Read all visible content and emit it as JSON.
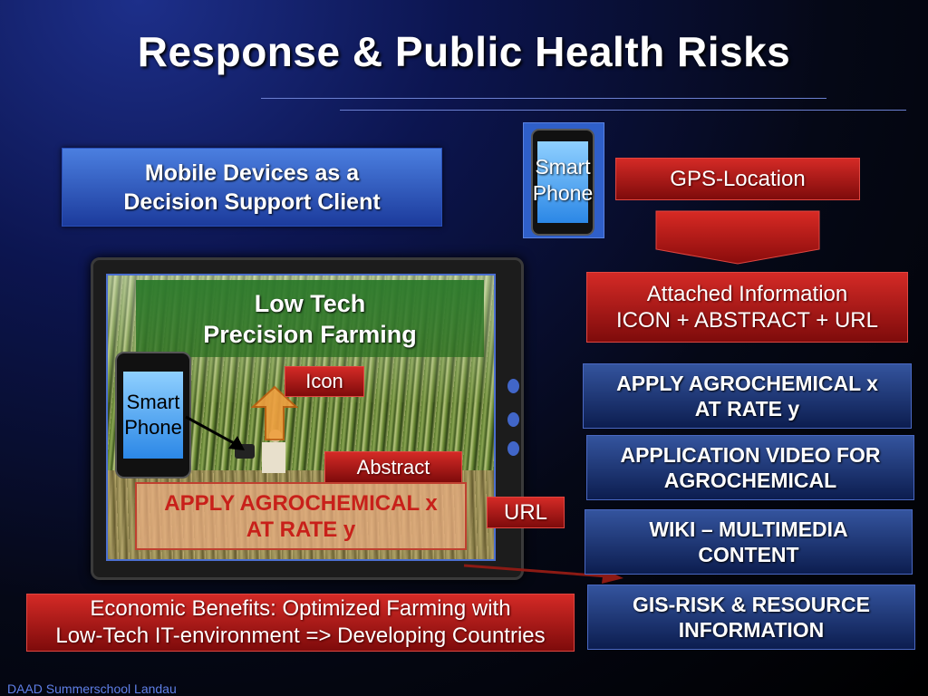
{
  "slide": {
    "title": "Response & Public Health Risks",
    "footer": "DAAD  Summerschool  Landau"
  },
  "left": {
    "mobile_box": {
      "line1": "Mobile Devices as a",
      "line2": "Decision Support Client"
    },
    "tablet": {
      "banner_line1": "Low Tech",
      "banner_line2": "Precision Farming",
      "phone_line1": "Smart",
      "phone_line2": "Phone",
      "icon_label": "Icon",
      "abstract_label": "Abstract",
      "apply_line1": "APPLY AGROCHEMICAL x",
      "apply_line2": "AT RATE  y",
      "url_label": "URL"
    },
    "economic_box": {
      "line1": "Economic Benefits: Optimized Farming  with",
      "line2": "Low-Tech IT-environment => Developing Countries"
    }
  },
  "right": {
    "phone_line1": "Smart",
    "phone_line2": "Phone",
    "gps": "GPS-Location",
    "attached_line1": "Attached Information",
    "attached_line2": "ICON + ABSTRACT + URL",
    "boxes": [
      {
        "line1": "APPLY AGROCHEMICAL x",
        "line2": "AT RATE  y"
      },
      {
        "line1": "APPLICATION VIDEO FOR",
        "line2": "AGROCHEMICAL"
      },
      {
        "line1": "WIKI – MULTIMEDIA",
        "line2": "CONTENT"
      },
      {
        "line1": "GIS-RISK & RESOURCE",
        "line2": "INFORMATION"
      }
    ]
  },
  "colors": {
    "accent_red": "#c81e1e",
    "accent_blue": "#2f62cc",
    "background": "#050816"
  }
}
